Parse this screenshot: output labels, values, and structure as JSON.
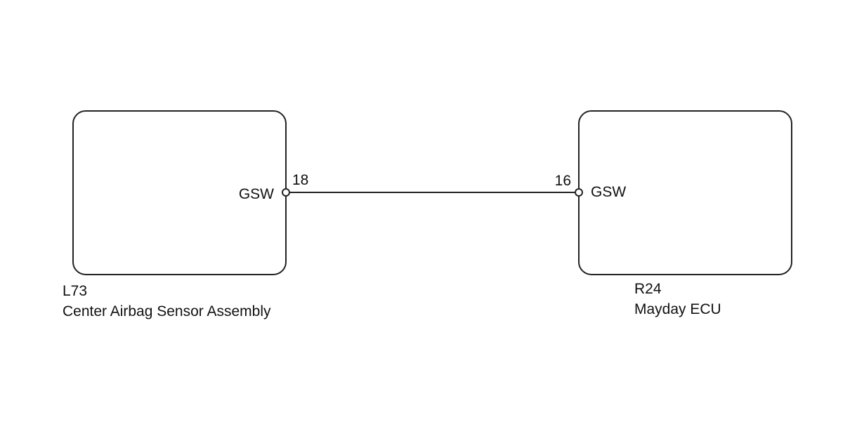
{
  "components": [
    {
      "code": "L73",
      "name": "Center Airbag Sensor Assembly",
      "pin_signal": "GSW",
      "pin_number": "18"
    },
    {
      "code": "R24",
      "name": "Mayday ECU",
      "pin_signal": "GSW",
      "pin_number": "16"
    }
  ],
  "colors": {
    "line": "#222222",
    "background": "#ffffff"
  }
}
